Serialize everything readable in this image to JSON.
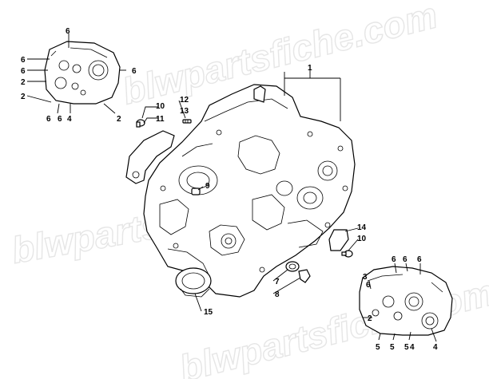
{
  "watermark": "blwpartsfiche.com",
  "callouts": {
    "c1": "1",
    "c2a": "2",
    "c2b": "2",
    "c2c": "2",
    "c2d": "2",
    "c3": "3",
    "c4a": "4",
    "c4b": "4",
    "c4c": "4",
    "c5a": "5",
    "c5b": "5",
    "c5c": "5",
    "c6a": "6",
    "c6b": "6",
    "c6c": "6",
    "c6d": "6",
    "c6e": "6",
    "c6f": "6",
    "c6g": "6",
    "c6h": "6",
    "c6i": "6",
    "c6j": "6",
    "c7": "7",
    "c8": "8",
    "c9": "9",
    "c10a": "10",
    "c10b": "10",
    "c11": "11",
    "c12": "12",
    "c13": "13",
    "c14": "14",
    "c15": "15"
  }
}
